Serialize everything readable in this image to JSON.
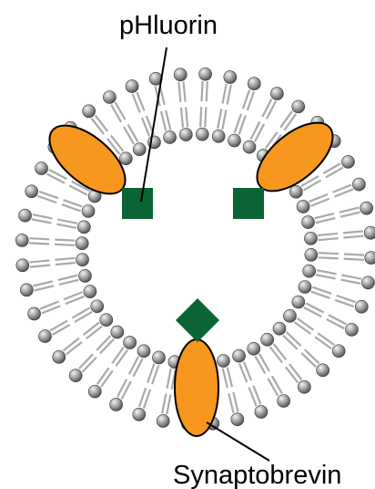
{
  "labels": {
    "top": "pHluorin",
    "bottom": "Synaptobrevin"
  },
  "colors": {
    "protein": "#f7971e",
    "pHluorin": "#0a6433",
    "lipid_head_light": "#f2f2f2",
    "lipid_head_dark": "#5a5a5a",
    "lipid_tail": "#a9a9a9"
  },
  "icons": {
    "vesicle": "lipid-bilayer-vesicle",
    "protein": "synaptobrevin-protein",
    "fluorophore": "pHluorin-marker"
  }
}
